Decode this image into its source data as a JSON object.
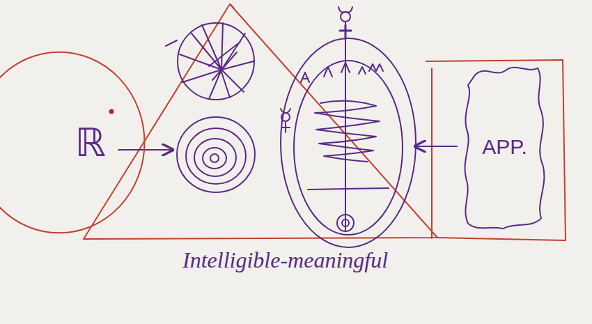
{
  "diagram": {
    "caption": "Intelligible-meaningful",
    "nodes": [
      {
        "text": [
          "ℝ"
        ]
      },
      {
        "text": [
          "APP."
        ]
      }
    ]
  }
}
